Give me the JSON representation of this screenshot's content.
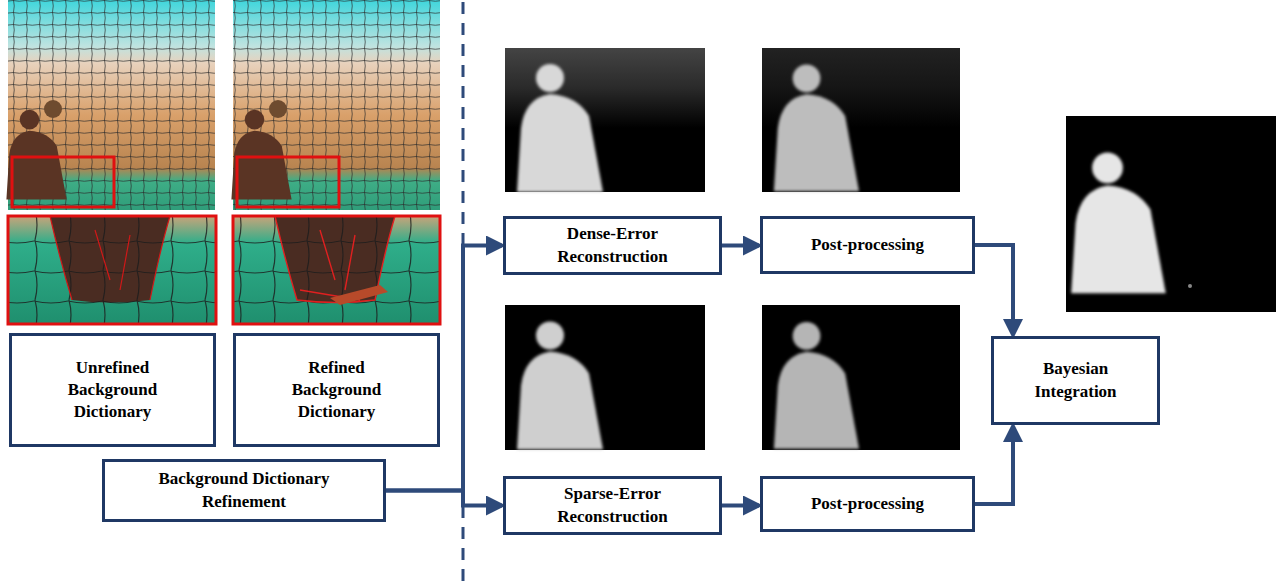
{
  "diagram": {
    "nodes": [
      {
        "text": [
          "Unrefined Background Dictionary"
        ]
      },
      {
        "text": [
          "Refined Background Dictionary"
        ]
      },
      {
        "text": [
          "Background Dictionary Refinement"
        ]
      },
      {
        "text": [
          "Dense-Error Reconstruction"
        ]
      },
      {
        "text": [
          "Post-processing"
        ]
      },
      {
        "text": [
          "Sparse-Error Reconstruction"
        ]
      },
      {
        "text": [
          "Post-processing"
        ]
      },
      {
        "text": [
          "Bayesian Integration"
        ]
      }
    ],
    "edges": [
      {
        "from": 2,
        "to": 3,
        "arrow": "to"
      },
      {
        "from": 2,
        "to": 5,
        "arrow": "to"
      },
      {
        "from": 3,
        "to": 4,
        "arrow": "to"
      },
      {
        "from": 5,
        "to": 6,
        "arrow": "to"
      },
      {
        "from": 4,
        "to": 7,
        "arrow": "to"
      },
      {
        "from": 6,
        "to": 7,
        "arrow": "to"
      }
    ]
  }
}
